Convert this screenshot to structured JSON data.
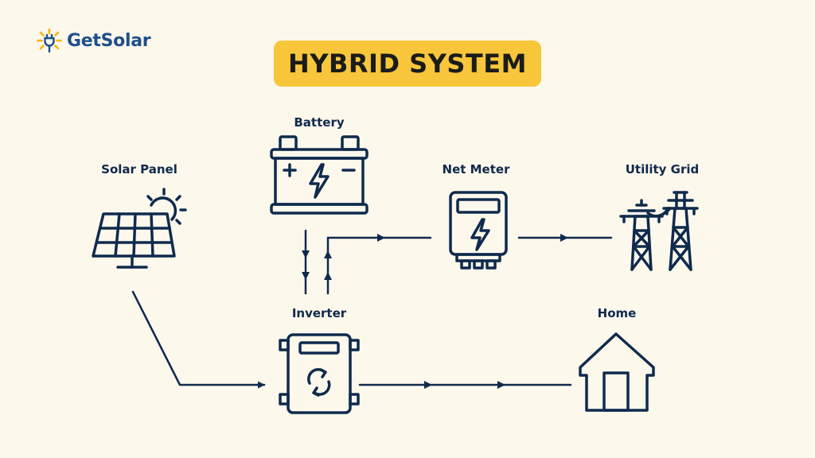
{
  "brand": {
    "name": "GetSolar",
    "icon": "sun-plug-icon",
    "color": "#1f4e8c"
  },
  "title": "HYBRID SYSTEM",
  "colors": {
    "background": "#fdf8ec",
    "title_bg": "#f7c63a",
    "line": "#0f2a4d",
    "brand_accent": "#f2b705"
  },
  "nodes": {
    "solar_panel": {
      "label": "Solar Panel",
      "icon": "solar-panel-icon"
    },
    "battery": {
      "label": "Battery",
      "icon": "battery-icon"
    },
    "net_meter": {
      "label": "Net Meter",
      "icon": "net-meter-icon"
    },
    "utility_grid": {
      "label": "Utility Grid",
      "icon": "transmission-tower-icon"
    },
    "inverter": {
      "label": "Inverter",
      "icon": "inverter-icon"
    },
    "home": {
      "label": "Home",
      "icon": "house-icon"
    }
  }
}
